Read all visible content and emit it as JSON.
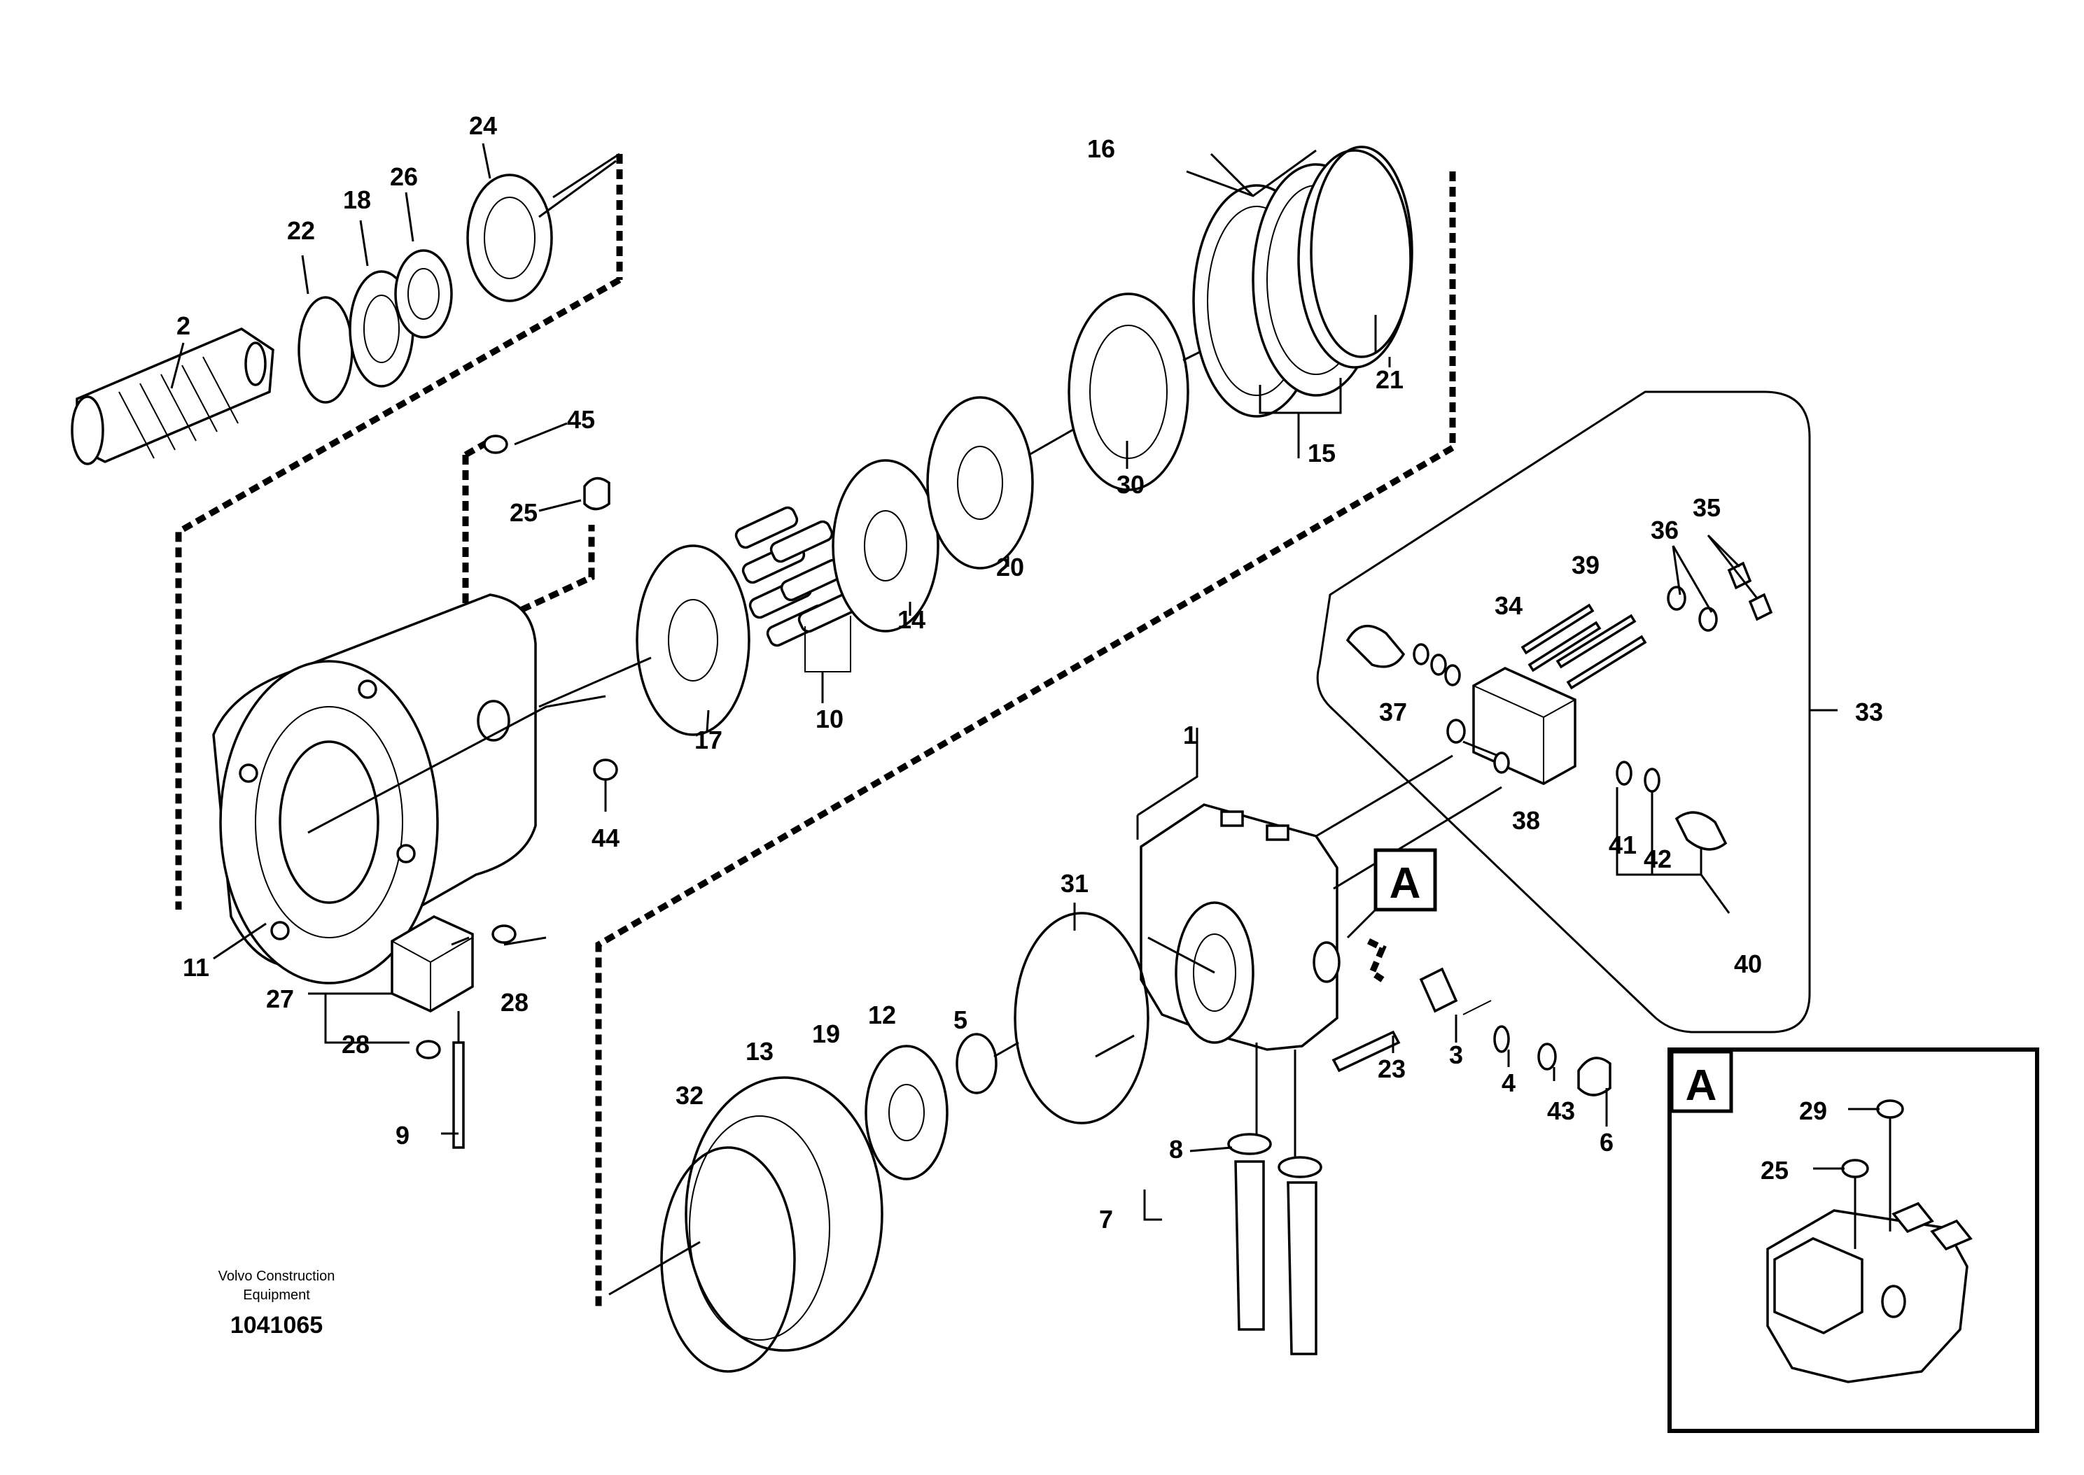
{
  "diagram": {
    "credit_line1": "Volvo Construction",
    "credit_line2": "Equipment",
    "document_number": "1041065",
    "detail_callout": "A",
    "detail_title": "A",
    "callouts": {
      "c1": "1",
      "c2": "2",
      "c3": "3",
      "c4": "4",
      "c5": "5",
      "c6": "6",
      "c7": "7",
      "c8": "8",
      "c9": "9",
      "c10": "10",
      "c11": "11",
      "c12": "12",
      "c13": "13",
      "c14": "14",
      "c15": "15",
      "c16": "16",
      "c17": "17",
      "c18": "18",
      "c19": "19",
      "c20": "20",
      "c21": "21",
      "c22": "22",
      "c23": "23",
      "c24": "24",
      "c25": "25",
      "c25b": "25",
      "c26": "26",
      "c27": "27",
      "c28": "28",
      "c28b": "28",
      "c29": "29",
      "c30": "30",
      "c31": "31",
      "c32": "32",
      "c33": "33",
      "c34": "34",
      "c35": "35",
      "c36": "36",
      "c37": "37",
      "c38": "38",
      "c39": "39",
      "c40": "40",
      "c41": "41",
      "c42": "42",
      "c43": "43",
      "c44": "44",
      "c45": "45"
    }
  }
}
